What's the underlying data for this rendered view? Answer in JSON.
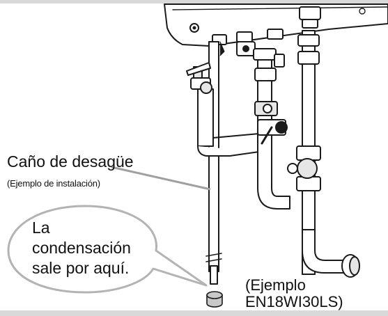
{
  "labels": {
    "pipe_title": "Caño de desagüe",
    "pipe_note": "(Ejemplo de instalación)",
    "bubble": "La\ncondensación\nsale por aquí.",
    "model": "(Ejemplo\nEN18WI30LS)"
  },
  "colors": {
    "frame": "#d9d9d9",
    "line": "#1a1a1a",
    "pipe_fill": "#ffffff",
    "valve_fill": "#e6e6e6",
    "leader": "#a0a0a0",
    "bubble_stroke": "#b3b3b3",
    "drop_fill": "#c8c8c8"
  },
  "icons": [
    "water-heater-unit",
    "drain-pipe",
    "condensation-drop",
    "gas-valve",
    "union-fitting"
  ]
}
